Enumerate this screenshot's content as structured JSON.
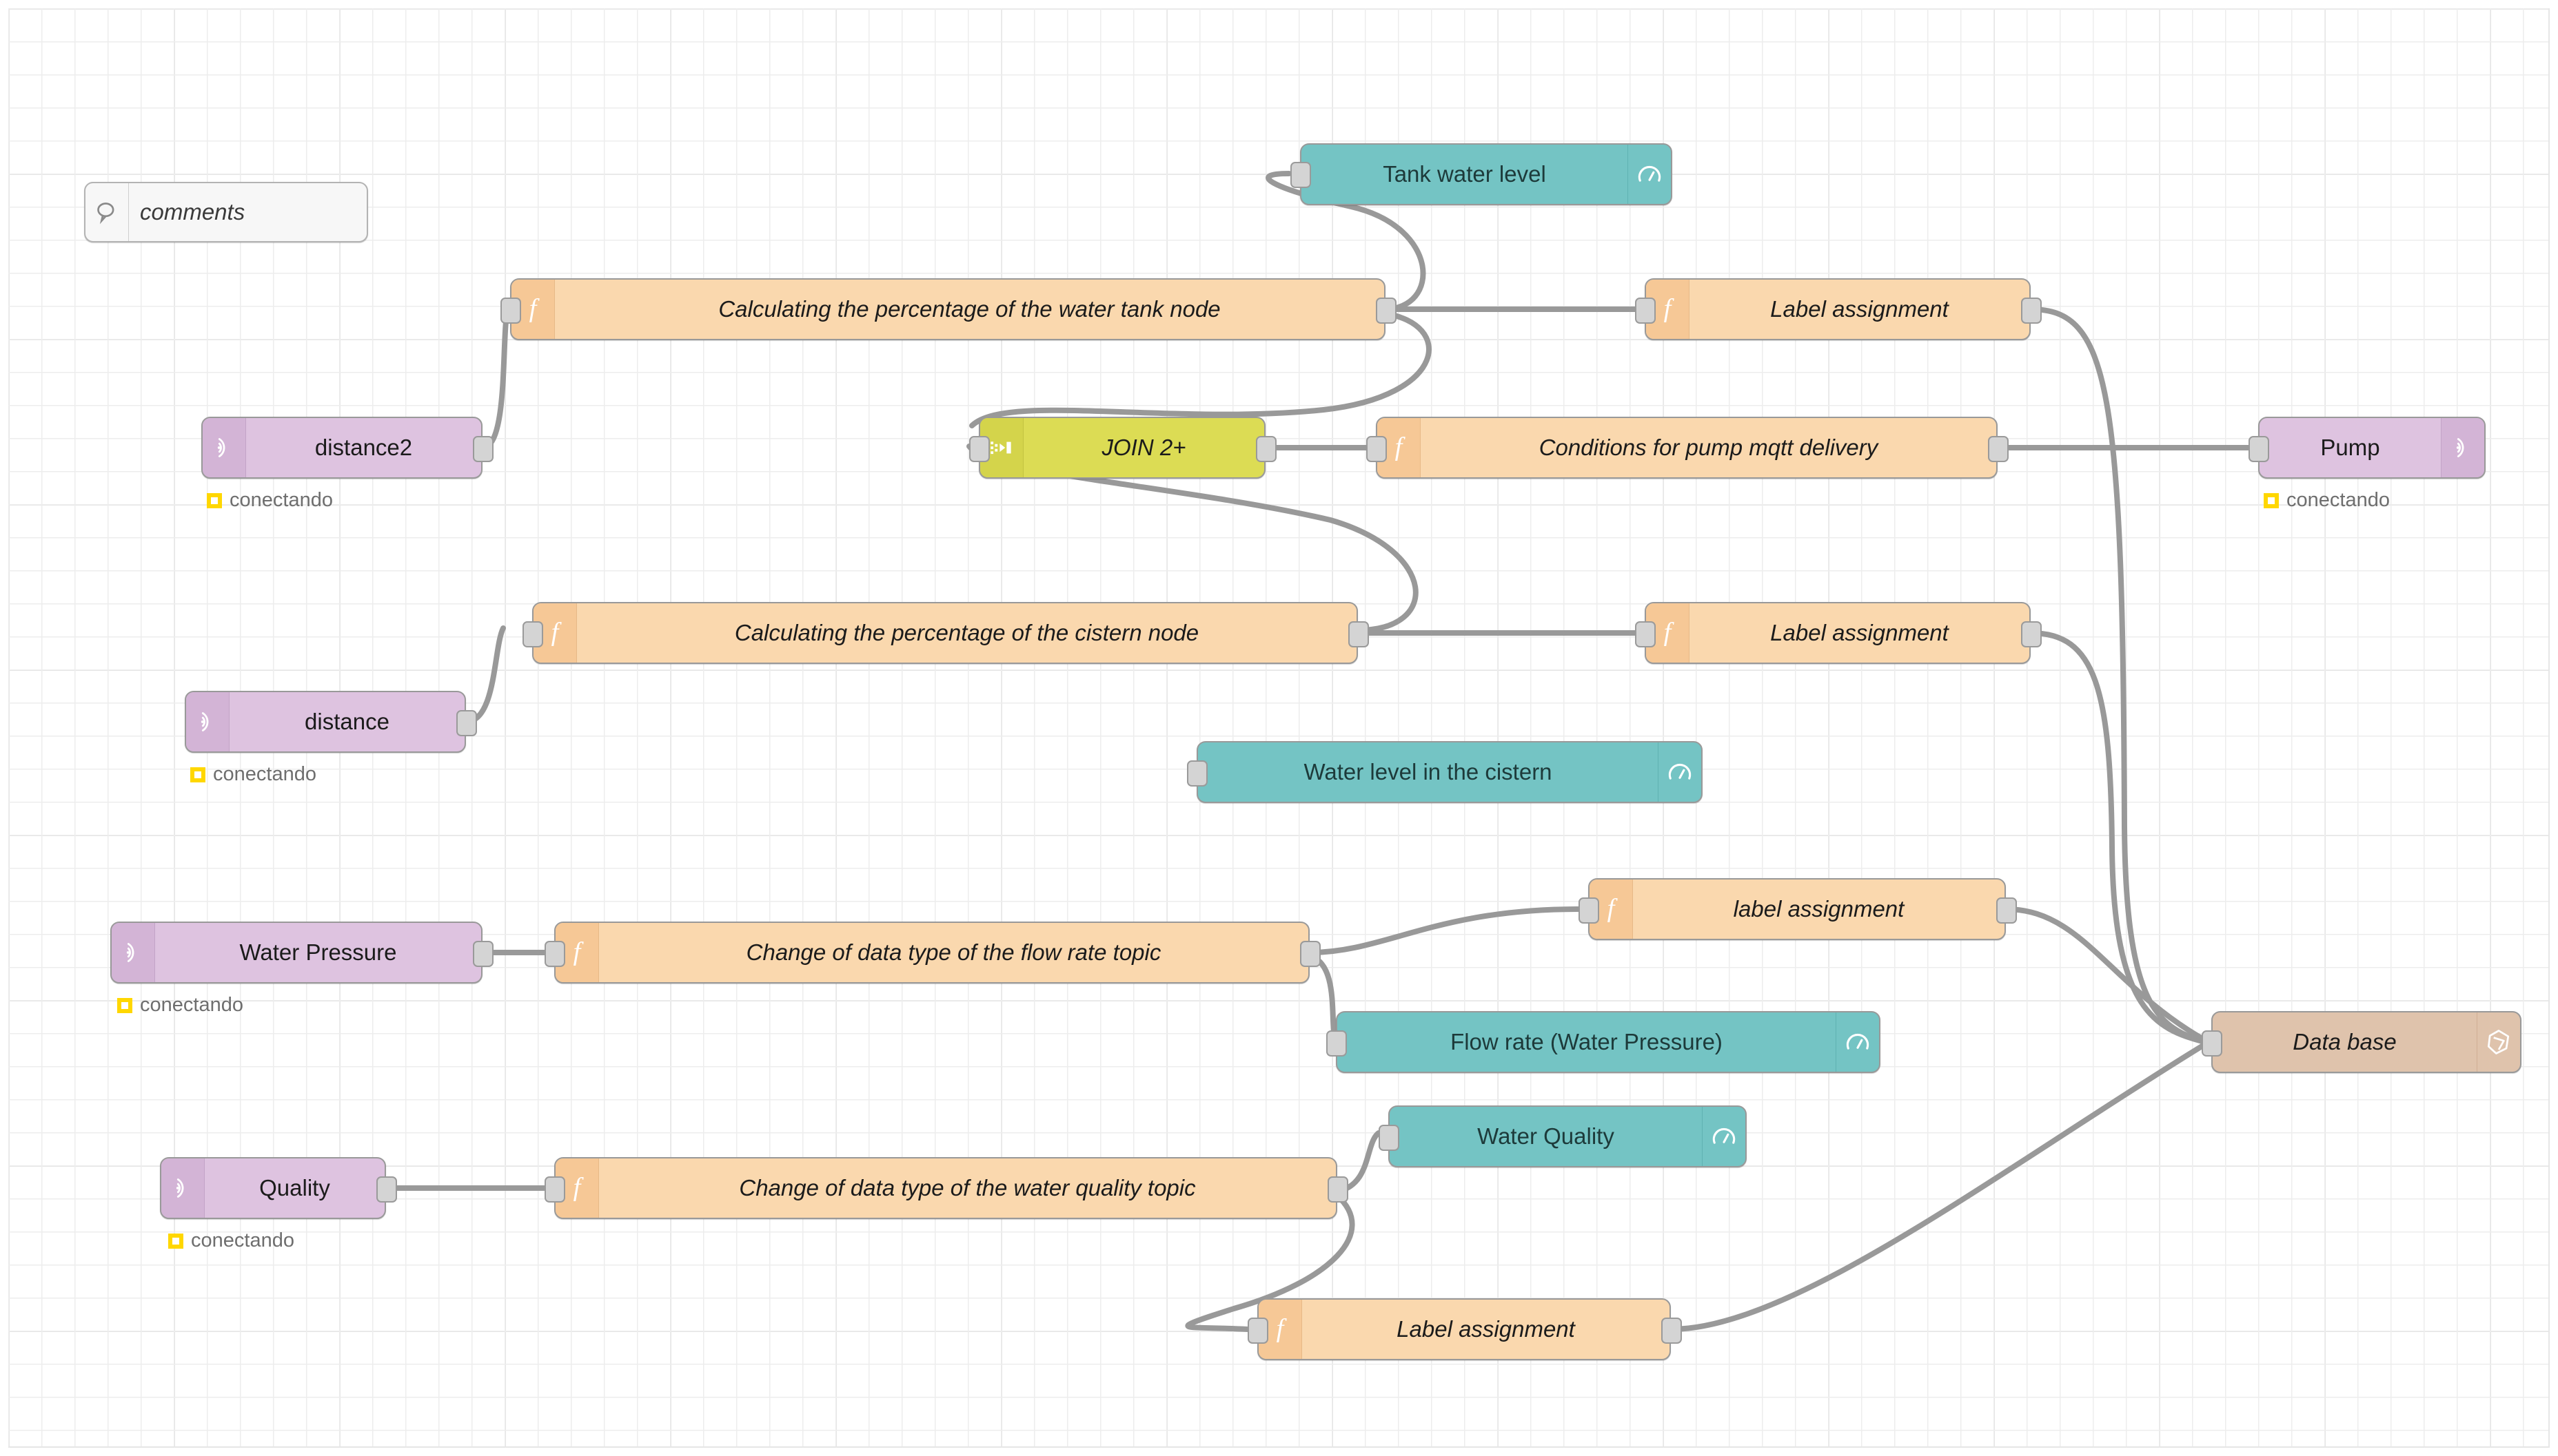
{
  "app": {
    "name": "Node-RED flow editor",
    "canvas_label": "flow-canvas"
  },
  "palette": {
    "function_node_color": "#fad8ae",
    "mqtt_node_color": "#dec3e0",
    "gauge_node_color": "#74c4c4",
    "join_node_color": "#dcdc54",
    "database_node_color": "#dfc3ac",
    "comment_node_color": "#f7f7f7",
    "wire_color": "#999999",
    "status_indicator_color": "#ffd700",
    "grid_minor_color": "#ededed",
    "grid_major_color": "#e0e0e0"
  },
  "status_text": {
    "connecting": "conectando"
  },
  "nodes": {
    "comment": {
      "label": "comments",
      "icon": "comment-bubble-icon"
    },
    "tank_gauge": {
      "label": "Tank water level",
      "icon": "gauge-icon"
    },
    "tank_percent_fn": {
      "label": "Calculating the percentage of the water tank node",
      "icon": "function-icon"
    },
    "tank_label_fn": {
      "label": "Label assignment",
      "icon": "function-icon"
    },
    "distance2_mqtt": {
      "label": "distance2",
      "icon": "mqtt-icon",
      "status": "conectando"
    },
    "join": {
      "label": "JOIN 2+",
      "icon": "join-icon"
    },
    "pump_conditions_fn": {
      "label": "Conditions for pump mqtt delivery",
      "icon": "function-icon"
    },
    "pump_mqtt": {
      "label": "Pump",
      "icon": "mqtt-icon",
      "status": "conectando"
    },
    "cistern_percent_fn": {
      "label": "Calculating the percentage of the cistern node",
      "icon": "function-icon"
    },
    "cistern_label_fn": {
      "label": "Label assignment",
      "icon": "function-icon"
    },
    "distance_mqtt": {
      "label": "distance",
      "icon": "mqtt-icon",
      "status": "conectando"
    },
    "cistern_gauge": {
      "label": "Water level in the cistern",
      "icon": "gauge-icon"
    },
    "water_pressure_mqtt": {
      "label": "Water Pressure",
      "icon": "mqtt-icon",
      "status": "conectando"
    },
    "flow_type_fn": {
      "label": "Change of data type of the flow rate topic",
      "icon": "function-icon"
    },
    "flow_label_fn": {
      "label": "label assignment",
      "icon": "function-icon"
    },
    "flow_gauge": {
      "label": "Flow rate (Water Pressure)",
      "icon": "gauge-icon"
    },
    "quality_mqtt": {
      "label": "Quality",
      "icon": "mqtt-icon",
      "status": "conectando"
    },
    "quality_type_fn": {
      "label": "Change of data type of the water quality topic",
      "icon": "function-icon"
    },
    "quality_gauge": {
      "label": "Water Quality",
      "icon": "gauge-icon"
    },
    "quality_label_fn": {
      "label": "Label assignment",
      "icon": "function-icon"
    },
    "database": {
      "label": "Data base",
      "icon": "influxdb-icon"
    }
  }
}
